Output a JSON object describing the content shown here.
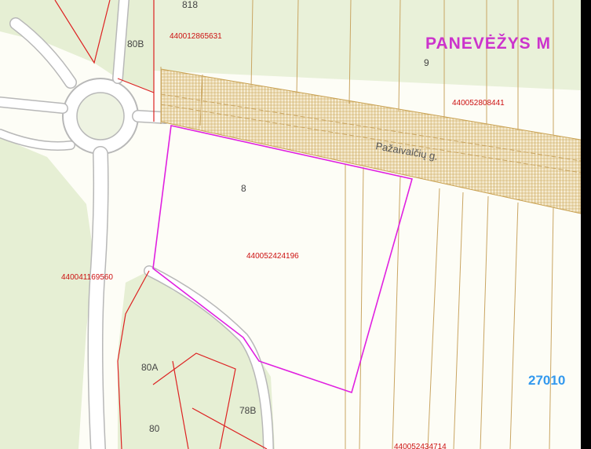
{
  "map": {
    "city_label": "PANEVĖŽYS M",
    "road_label": "Pažaivalčių g.",
    "zone_label": "27010",
    "parcel_codes": {
      "top_left": "440012865631",
      "top_right": "440052808441",
      "selected": "440052424196",
      "left": "440041169560",
      "bottom": "440052434714"
    },
    "parcel_numbers": {
      "top_right": "9",
      "selected": "8",
      "p80b": "80B",
      "p80a": "80A",
      "p78b": "78B",
      "p80": "80",
      "top_clip": "818"
    },
    "colors": {
      "background": "#fdfdf6",
      "green_area": "#e6efd4",
      "road_fill": "#ffffff",
      "road_edge": "#b8b8b8",
      "parcel_line": "#dd2222",
      "selected_outline": "#e020e0",
      "hatch": "#c8a050",
      "property_lines": "#c9a562"
    }
  }
}
